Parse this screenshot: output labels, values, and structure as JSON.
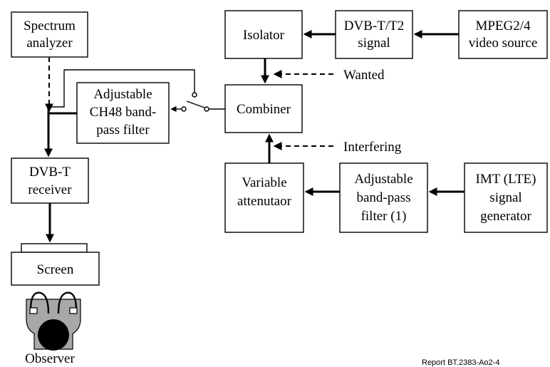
{
  "blocks": {
    "spectrum_analyzer": [
      "Spectrum",
      "analyzer"
    ],
    "isolator": [
      "Isolator"
    ],
    "dvbt_signal": [
      "DVB-T/T2",
      "signal"
    ],
    "mpeg_source": [
      "MPEG2/4",
      "video source"
    ],
    "bpf_ch48": [
      "Adjustable",
      "CH48 band-",
      "pass filter"
    ],
    "combiner": [
      "Combiner"
    ],
    "dvbt_receiver": [
      "DVB-T",
      "receiver"
    ],
    "attenuator": [
      "Variable",
      "attenutaor"
    ],
    "bpf1": [
      "Adjustable",
      "band-pass",
      "filter (1)"
    ],
    "imt_generator": [
      "IMT (LTE)",
      "signal",
      "generator"
    ],
    "screen": [
      "Screen"
    ]
  },
  "labels": {
    "wanted": "Wanted",
    "interfering": "Interfering",
    "observer": "Observer",
    "reference": "Report BT.2383-Ao2-4"
  }
}
